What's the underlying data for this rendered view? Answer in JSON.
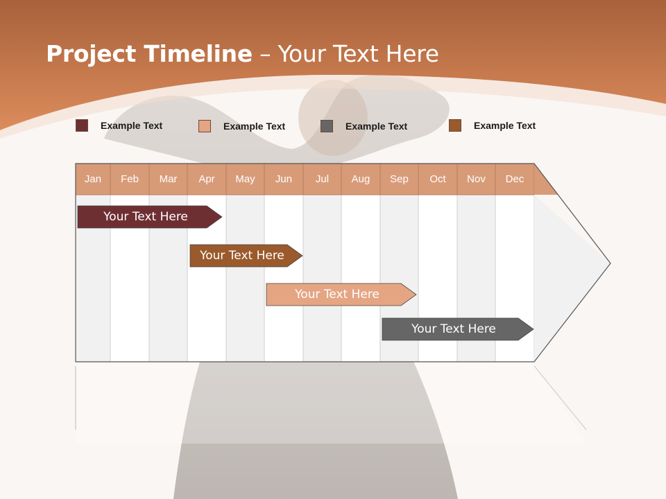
{
  "title": {
    "bold": "Project Timeline",
    "rest": " – Your Text Here"
  },
  "legend": [
    {
      "label": "Example Text",
      "color": "#6e2f33"
    },
    {
      "label": "Example Text",
      "color": "#e5a583"
    },
    {
      "label": "Example Text",
      "color": "#666666"
    },
    {
      "label": "Example Text",
      "color": "#9a5a2c"
    }
  ],
  "months": [
    "Jan",
    "Feb",
    "Mar",
    "Apr",
    "May",
    "Jun",
    "Jul",
    "Aug",
    "Sep",
    "Oct",
    "Nov",
    "Dec"
  ],
  "tasks": [
    {
      "label": "Your  Text Here",
      "color": "#6e2f33"
    },
    {
      "label": "Your  Text Here",
      "color": "#9a5a2c"
    },
    {
      "label": "Your  Text Here",
      "color": "#e5a583"
    },
    {
      "label": "Your  Text Here",
      "color": "#666666"
    }
  ],
  "colors": {
    "header": "#d89b78",
    "banner": "#c87a4f"
  }
}
